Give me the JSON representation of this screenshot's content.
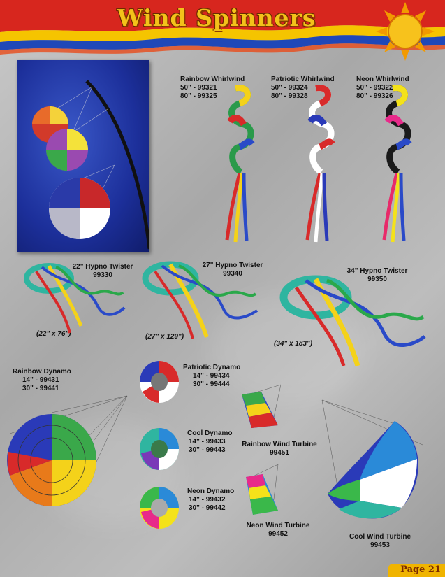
{
  "header": {
    "title": "Wind Spinners"
  },
  "whirlwinds": [
    {
      "name": "Rainbow Whirlwind",
      "sku1": "50\" - 99321",
      "sku2": "80\" - 99325"
    },
    {
      "name": "Patriotic Whirlwind",
      "sku1": "50\" - 99324",
      "sku2": "80\" - 99328"
    },
    {
      "name": "Neon Whirlwind",
      "sku1": "50\" - 99322",
      "sku2": "80\" - 99326"
    }
  ],
  "twisters": [
    {
      "name": "22\" Hypno Twister",
      "sku": "99330",
      "dims": "(22\" x 76\")"
    },
    {
      "name": "27\" Hypno Twister",
      "sku": "99340",
      "dims": "(27\" x 129\")"
    },
    {
      "name": "34\" Hypno Twister",
      "sku": "99350",
      "dims": "(34\" x 183\")"
    }
  ],
  "dynamos": [
    {
      "name": "Rainbow Dynamo",
      "sku1": "14\" - 99431",
      "sku2": "30\" - 99441"
    },
    {
      "name": "Patriotic Dynamo",
      "sku1": "14\" - 99434",
      "sku2": "30\" - 99444"
    },
    {
      "name": "Cool Dynamo",
      "sku1": "14\" - 99433",
      "sku2": "30\" - 99443"
    },
    {
      "name": "Neon Dynamo",
      "sku1": "14\" - 99432",
      "sku2": "30\" - 99442"
    }
  ],
  "turbines": [
    {
      "name": "Rainbow Wind Turbine",
      "sku": "99451"
    },
    {
      "name": "Neon Wind Turbine",
      "sku": "99452"
    },
    {
      "name": "Cool Wind Turbine",
      "sku": "99453"
    }
  ],
  "footer": {
    "page": "Page 21"
  },
  "colors": {
    "title_fill": "#f3c21a",
    "title_outline": "#6a2a00",
    "photo_bg": "#1c2f9a",
    "banner_red": "#d7261e",
    "banner_yellow": "#f5c400",
    "banner_blue": "#1f48b8"
  }
}
